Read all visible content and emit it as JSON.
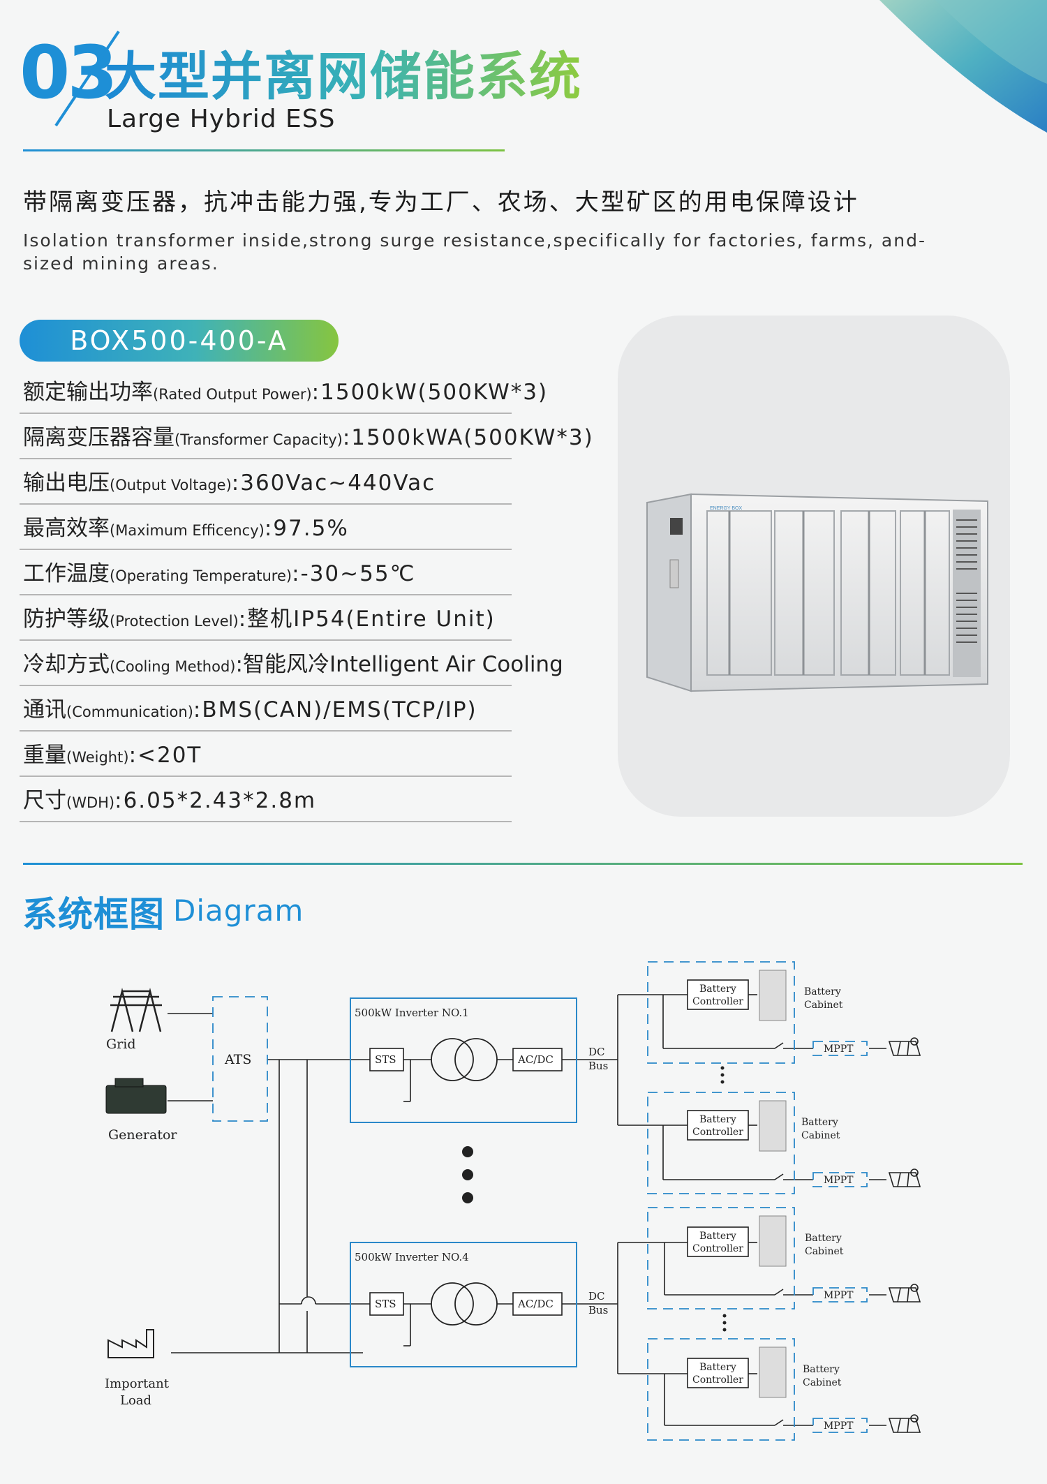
{
  "header": {
    "section_number": "03",
    "title_cn": "大型并离网储能系统",
    "title_en": "Large Hybrid ESS"
  },
  "intro": {
    "lead_cn": "带隔离变压器，抗冲击能力强,专为工厂、农场、大型矿区的用电保障设计",
    "lead_en": "Isolation transformer inside,strong surge resistance,specifically for factories, farms, and-sized mining areas."
  },
  "model": "BOX500-400-A",
  "specs": [
    {
      "label_cn": "额定输出功率",
      "label_en": "(Rated Output Power)",
      "value": ":1500kW(500KW*3)"
    },
    {
      "label_cn": "隔离变压器容量",
      "label_en": "(Transformer Capacity)",
      "value": ":1500kWA(500KW*3)"
    },
    {
      "label_cn": "输出电压",
      "label_en": "(Output Voltage)",
      "value": ":360Vac~440Vac"
    },
    {
      "label_cn": "最高效率",
      "label_en": "(Maximum Efficency)",
      "value": ":97.5%"
    },
    {
      "label_cn": "工作温度",
      "label_en": "(Operating Temperature)",
      "value": ":-30~55℃"
    },
    {
      "label_cn": "防护等级",
      "label_en": "(Protection Level)",
      "value": ":整机IP54(Entire Unit)"
    },
    {
      "label_cn": "冷却方式",
      "label_en": "(Cooling Method)",
      "value": ":智能风冷Intelligent Air Cooling"
    },
    {
      "label_cn": "通讯",
      "label_en": "(Communication)",
      "value": ":BMS(CAN)/EMS(TCP/IP)"
    },
    {
      "label_cn": "重量",
      "label_en": "(Weight)",
      "value": ":<20T"
    },
    {
      "label_cn": "尺寸",
      "label_en": "(WDH)",
      "value": ":6.05*2.43*2.8m"
    }
  ],
  "product_image": {
    "logo_text": "ENERGY BOX"
  },
  "diagram_section": {
    "title_cn": "系统框图",
    "title_en": "Diagram"
  },
  "diagram": {
    "grid": "Grid",
    "generator": "Generator",
    "ats": "ATS",
    "inverter_1": "500kW Inverter NO.1",
    "inverter_4": "500kW Inverter NO.4",
    "sts": "STS",
    "acdc": "AC/DC",
    "dc": "DC",
    "bus": "Bus",
    "battery": "Battery",
    "controller": "Controller",
    "cabinet": "Cabinet",
    "mppt": "MPPT",
    "important": "Important",
    "load": "Load"
  }
}
